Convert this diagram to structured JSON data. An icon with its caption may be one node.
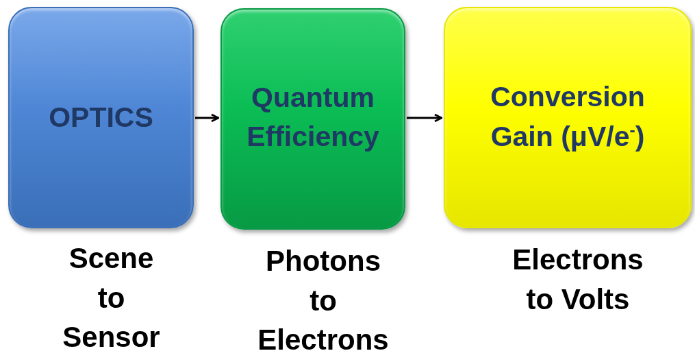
{
  "diagram": {
    "nodes": [
      {
        "text": [
          "OPTICS"
        ],
        "beside": [
          "Scene to Sensor"
        ]
      },
      {
        "text": [
          "Quantum Efficiency"
        ],
        "beside": [
          "Photons to Electrons"
        ]
      },
      {
        "text": [
          "Conversion Gain (μV/e$^{-}$)"
        ],
        "beside": [
          "Electrons to Volts"
        ]
      }
    ],
    "edges": [
      {
        "from": 0,
        "to": 1,
        "arrow": "to"
      },
      {
        "from": 1,
        "to": 2,
        "arrow": "to"
      }
    ]
  }
}
